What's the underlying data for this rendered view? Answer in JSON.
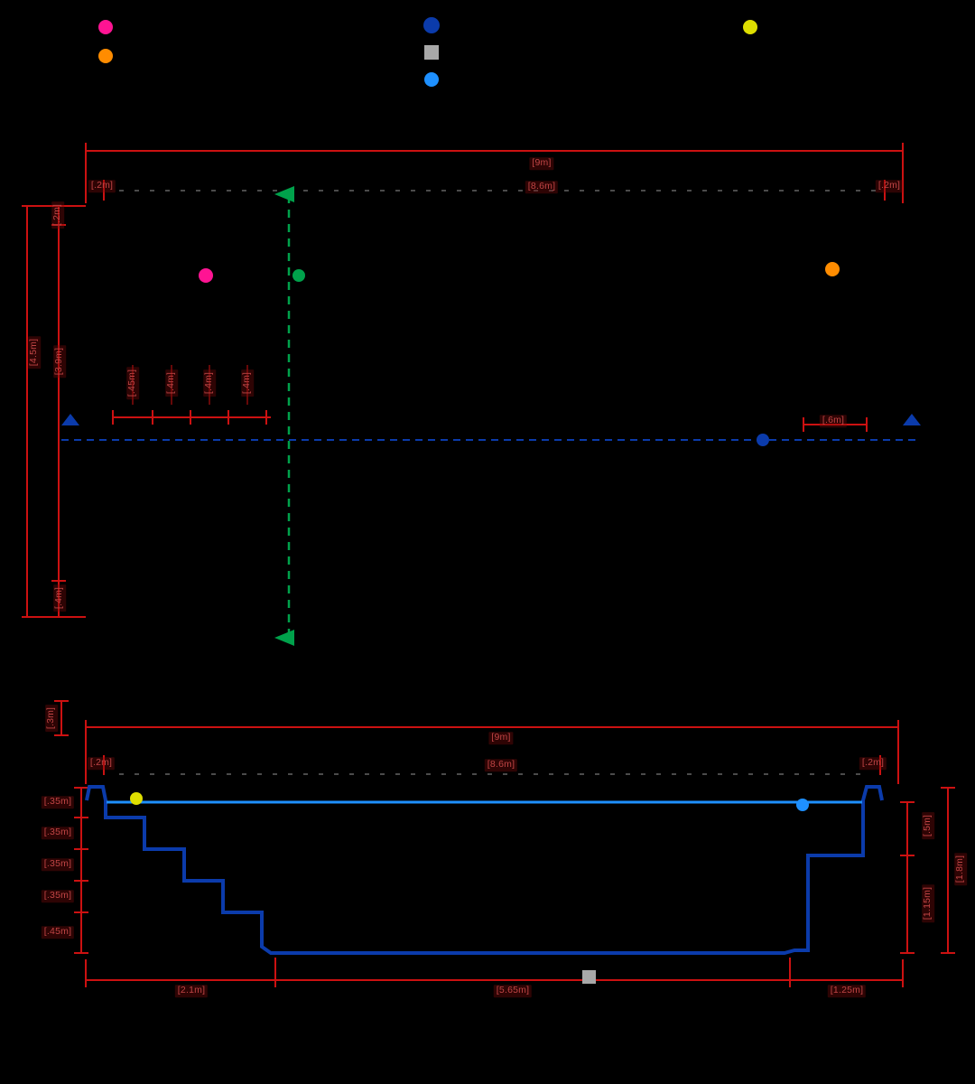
{
  "palette": {
    "background": "#000000",
    "dimension_red": "#cc1111",
    "dim_label_text": "#c04545",
    "dim_label_bg": "#3a0b0b",
    "navy_blue": "#0b3bab",
    "light_blue": "#1e90ff",
    "green": "#00a14b",
    "magenta": "#ff1493",
    "orange": "#ff8c00",
    "yellow": "#dede00",
    "gray": "#a8a8a8",
    "tick_gray": "#4b4b4b"
  },
  "legend": {
    "groups": [
      {
        "markers": [
          {
            "icon": "magenta-dot",
            "color": "#ff1493"
          },
          {
            "icon": "orange-dot",
            "color": "#ff8c00"
          }
        ]
      },
      {
        "markers": [
          {
            "icon": "navy-dot",
            "color": "#0b3bab"
          },
          {
            "icon": "gray-square",
            "color": "#a8a8a8"
          },
          {
            "icon": "lightblue-dot",
            "color": "#1e90ff"
          }
        ]
      },
      {
        "markers": [
          {
            "icon": "yellow-dot",
            "color": "#dede00"
          }
        ]
      }
    ]
  },
  "plan_view": {
    "total_length": "[9m]",
    "left_wall": "[.2m]",
    "inner_length": "[8.6m]",
    "right_wall": "[.2m]",
    "total_width": "[4.5m]",
    "top_offset": "[.2m]",
    "inner_width": "[3.9m]",
    "bottom_offset": "[.4m]",
    "step_widths": [
      "[.45m]",
      "[.4m]",
      "[.4m]",
      "[.4m]"
    ],
    "waterline_offset": "[.6m]"
  },
  "section_view": {
    "total_length": "[9m]",
    "left_wall": "[.2m]",
    "inner_length": "[8.6m]",
    "right_wall": "[.2m]",
    "freeboard": "[.3m]",
    "riser_heights": [
      "[.35m]",
      "[.35m]",
      "[.35m]",
      "[.35m]",
      "[.45m]"
    ],
    "right_upper_depth": "[.5m]",
    "right_lower_depth": "[1.15m]",
    "right_total_depth": "[1.8m]",
    "bottom_segments": [
      "[2.1m]",
      "[5.65m]",
      "[1.25m]"
    ]
  }
}
